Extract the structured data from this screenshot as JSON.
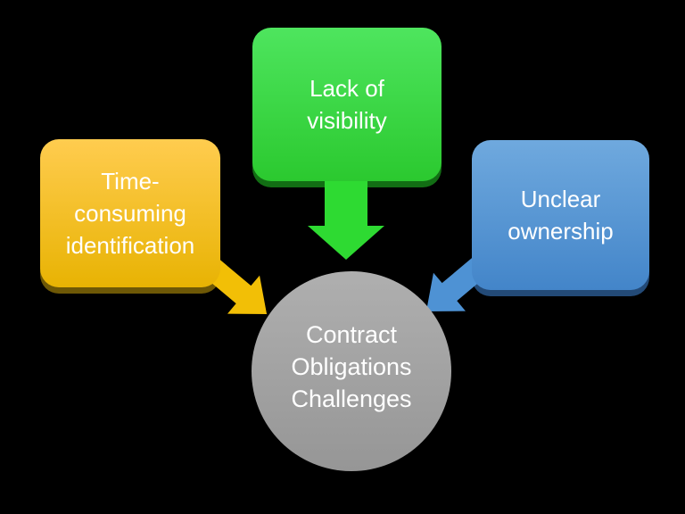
{
  "diagram": {
    "title": "Contract Obligations Challenges",
    "background_color": "#000000",
    "text_color": "#FFFFFF",
    "center": {
      "shape": "circle",
      "lines": [
        "Contract",
        "Obligations",
        "Challenges"
      ],
      "fill_top": "#AFAFAF",
      "fill_bottom": "#969696"
    },
    "nodes": [
      {
        "id": "time-consuming-identification",
        "lines": [
          "Time-",
          "consuming",
          "identification"
        ],
        "position": "left",
        "arrow_direction": "down-right",
        "fill_top": "#FFCC4F",
        "fill_bottom": "#E8B303",
        "arrow_color": "#F2BF06",
        "shadow_color": "#6E5806"
      },
      {
        "id": "lack-of-visibility",
        "lines": [
          "Lack of",
          "visibility"
        ],
        "position": "top",
        "arrow_direction": "down",
        "fill_top": "#4EE55E",
        "fill_bottom": "#2BC92F",
        "arrow_color": "#2EDA32",
        "shadow_color": "#126E14"
      },
      {
        "id": "unclear-ownership",
        "lines": [
          "Unclear",
          "ownership"
        ],
        "position": "right",
        "arrow_direction": "down-left",
        "fill_top": "#6FA9DE",
        "fill_bottom": "#4385C9",
        "arrow_color": "#4E92D4",
        "shadow_color": "#234A77"
      }
    ]
  }
}
